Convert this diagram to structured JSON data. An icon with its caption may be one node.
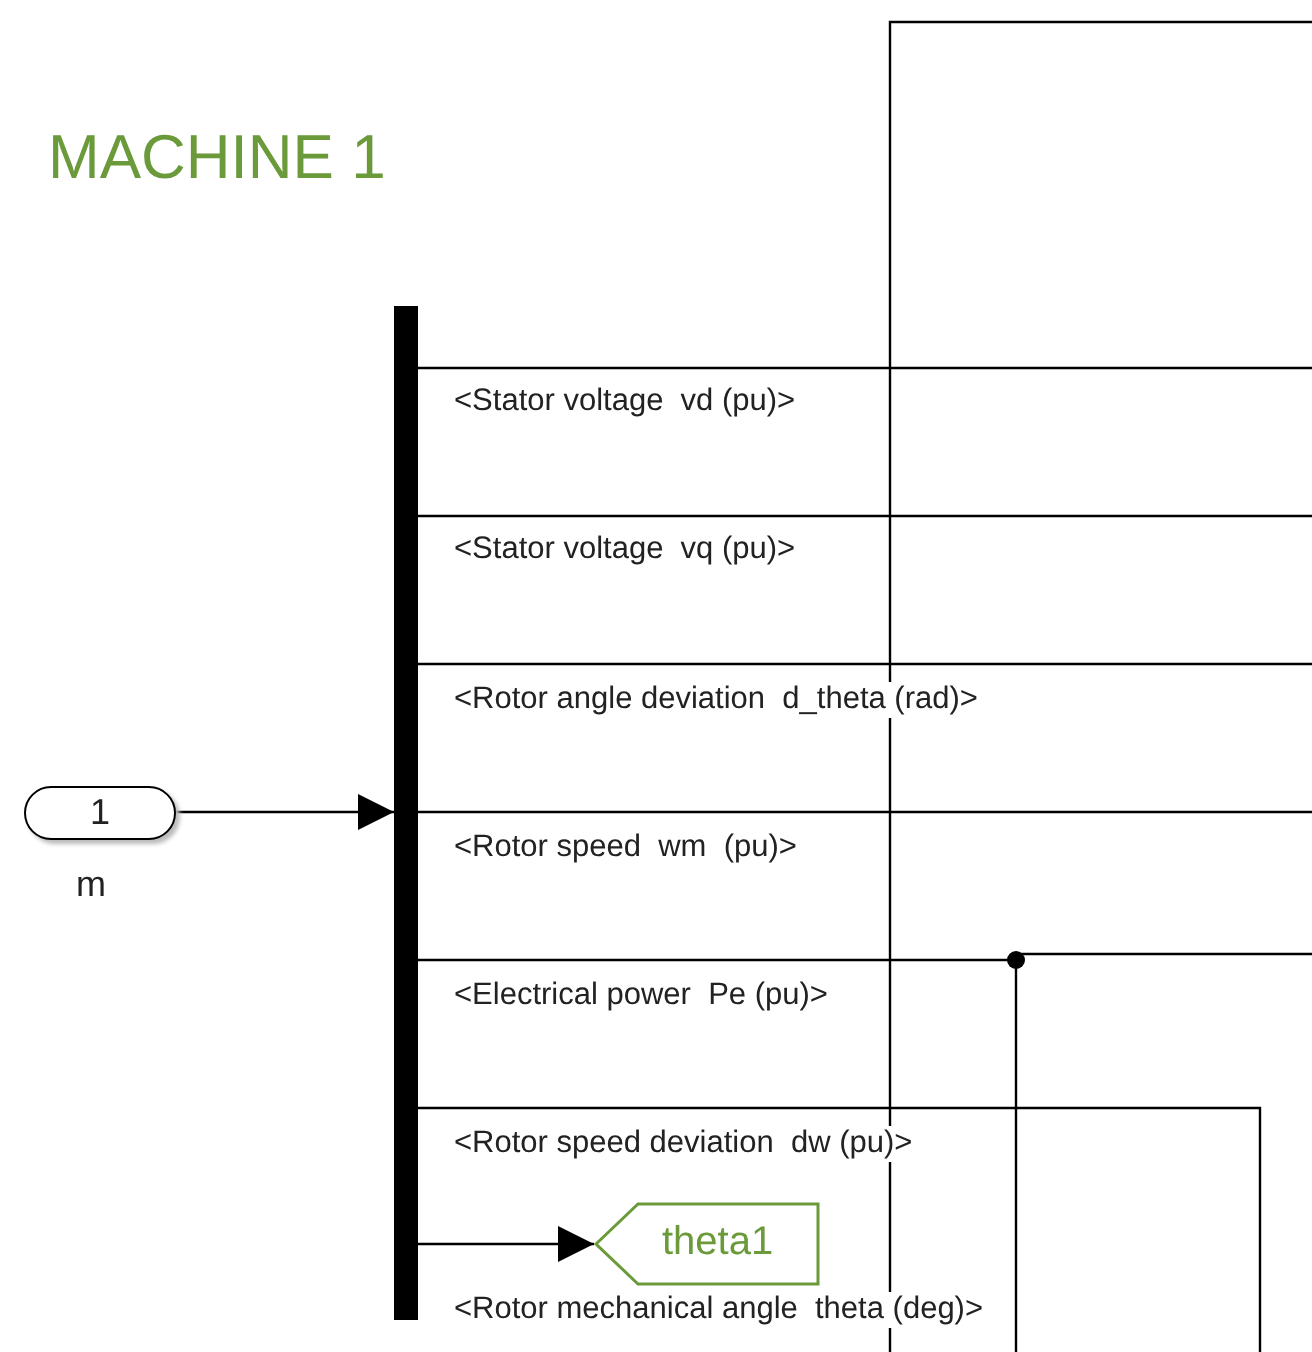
{
  "diagram": {
    "title": "MACHINE 1",
    "nodes": [
      {
        "text": [
          "1"
        ],
        "beside": [
          "m"
        ]
      },
      {
        "text": [],
        "shape": "bar"
      },
      {
        "text": [
          "theta1"
        ]
      }
    ],
    "edges": [
      {
        "from": 0,
        "to": 1,
        "arrow": "to"
      },
      {
        "from": 1,
        "to": null,
        "arrow": "none",
        "label": "<Stator voltage  vd (pu)>"
      },
      {
        "from": 1,
        "to": null,
        "arrow": "none",
        "label": "<Stator voltage  vq (pu)>"
      },
      {
        "from": 1,
        "to": null,
        "arrow": "none",
        "label": "<Rotor angle deviation  d_theta (rad)>"
      },
      {
        "from": 1,
        "to": null,
        "arrow": "none",
        "label": "<Rotor speed  wm  (pu)>"
      },
      {
        "from": 1,
        "to": null,
        "arrow": "none",
        "label": "<Electrical power  Pe (pu)>"
      },
      {
        "from": 1,
        "to": null,
        "arrow": "none",
        "label": "<Rotor speed deviation  dw (pu)>"
      },
      {
        "from": 1,
        "to": 2,
        "arrow": "to",
        "label": "<Rotor mechanical angle  theta (deg)>"
      }
    ]
  }
}
